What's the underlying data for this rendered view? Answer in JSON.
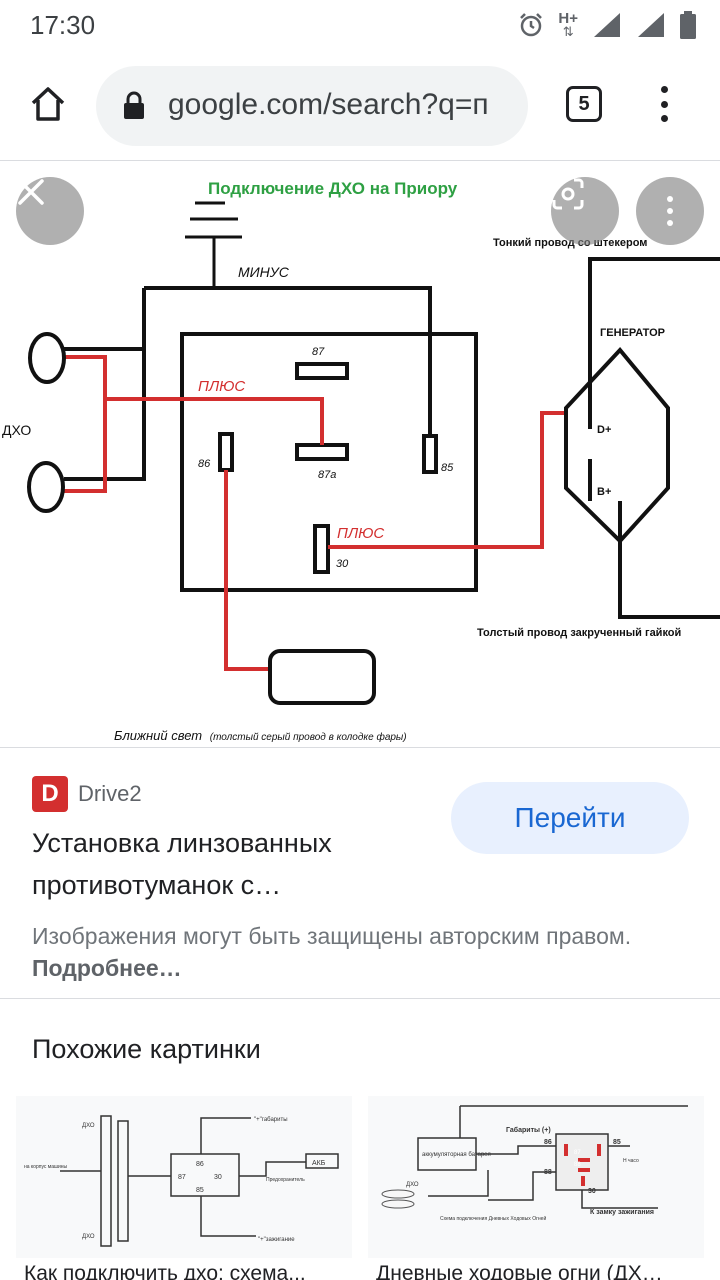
{
  "status_bar": {
    "time": "17:30",
    "network": "H+"
  },
  "browser": {
    "url": "google.com/search?q=п",
    "tab_count": "5"
  },
  "diagram": {
    "title": "Подключение ДХО на Приору",
    "labels": {
      "minus": "МИНУС",
      "plus1": "ПЛЮС",
      "plus2": "ПЛЮС",
      "dho": "ДХО",
      "generator": "ГЕНЕРАТОР",
      "thin_wire": "Тонкий провод со штекером",
      "thick_wire": "Толстый провод закрученный гайкой",
      "low_beam": "Ближний свет",
      "low_beam_note": "(толстый серый провод в колодке фары)",
      "pin87": "87",
      "pin87a": "87а",
      "pin86": "86",
      "pin85": "85",
      "pin30": "30",
      "d_plus": "D+",
      "b_plus": "B+"
    }
  },
  "source": {
    "favicon_letter": "D",
    "site": "Drive2",
    "title": "Установка линзованных противотуманок с…",
    "visit_label": "Перейти",
    "copyright_text": "Изображения могут быть защищены авторским правом.",
    "copyright_link": "Подробнее…"
  },
  "related": {
    "heading": "Похожие картинки",
    "items": [
      {
        "caption": "Как подключить дхо: схема...",
        "labels": [
          "ДХО",
          "ДХО",
          "\"+\"габариты",
          "\"+\"зажигание",
          "АКБ",
          "86",
          "87",
          "30",
          "85",
          "на корпус машины",
          "Предохранитель"
        ]
      },
      {
        "caption": "Дневные ходовые огни (ДХ…",
        "labels": [
          "аккумуляторная батарея",
          "Габариты (+)",
          "ДХО",
          "86",
          "85",
          "87",
          "88",
          "30",
          "88",
          "К замку зажигания",
          "Схема подключения Дневных Ходовых Огней",
          "Н часо"
        ]
      }
    ]
  },
  "colors": {
    "wire_red": "#d32f2f",
    "wire_black": "#111111",
    "title_green": "#2ea043",
    "accent_blue": "#1967d2",
    "button_bg": "#e8f0fe"
  },
  "icons": {
    "home": "home-icon",
    "lock": "lock-icon",
    "close": "close-icon",
    "lens": "lens-icon",
    "more": "more-vert-icon"
  }
}
